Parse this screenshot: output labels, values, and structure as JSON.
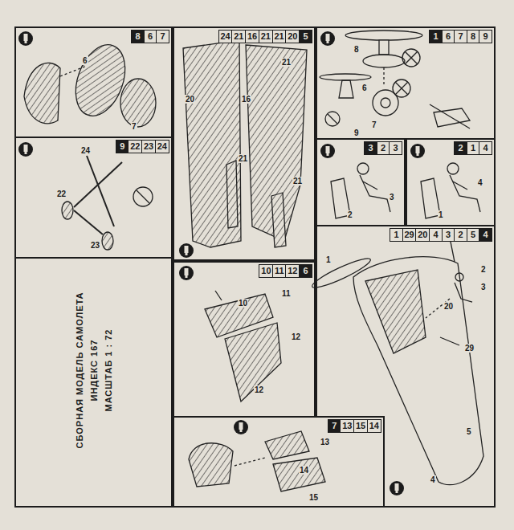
{
  "diagram": {
    "nodes": [
      {
        "text": [
          "8",
          "6",
          "7"
        ]
      },
      {
        "text": [
          "24",
          "21",
          "16",
          "21",
          "21",
          "20",
          "5"
        ]
      },
      {
        "text": [
          "1",
          "6",
          "7",
          "8",
          "9"
        ]
      },
      {
        "text": [
          "9",
          "22",
          "23",
          "24"
        ]
      },
      {
        "text": [
          "3",
          "2",
          "3"
        ]
      },
      {
        "text": [
          "2",
          "1",
          "4"
        ]
      },
      {
        "text": [
          "1",
          "29",
          "20",
          "4",
          "3",
          "2",
          "5",
          "4"
        ]
      },
      {
        "text": [
          "СБОРНАЯ МОДЕЛЬ САМОЛЕТА",
          "ИНДЕКС 167",
          "МАСШТАБ 1 : 72"
        ]
      },
      {
        "text": [
          "10",
          "11",
          "12",
          "6"
        ]
      },
      {
        "text": [
          "7",
          "13",
          "15",
          "14"
        ]
      }
    ],
    "labels": [
      "6",
      "7",
      "21",
      "20",
      "16",
      "21",
      "21",
      "8",
      "6",
      "7",
      "9",
      "24",
      "22",
      "23",
      "3",
      "2",
      "4",
      "1",
      "1",
      "2",
      "3",
      "20",
      "29",
      "5",
      "4",
      "10",
      "11",
      "12",
      "12",
      "13",
      "14",
      "15"
    ]
  }
}
